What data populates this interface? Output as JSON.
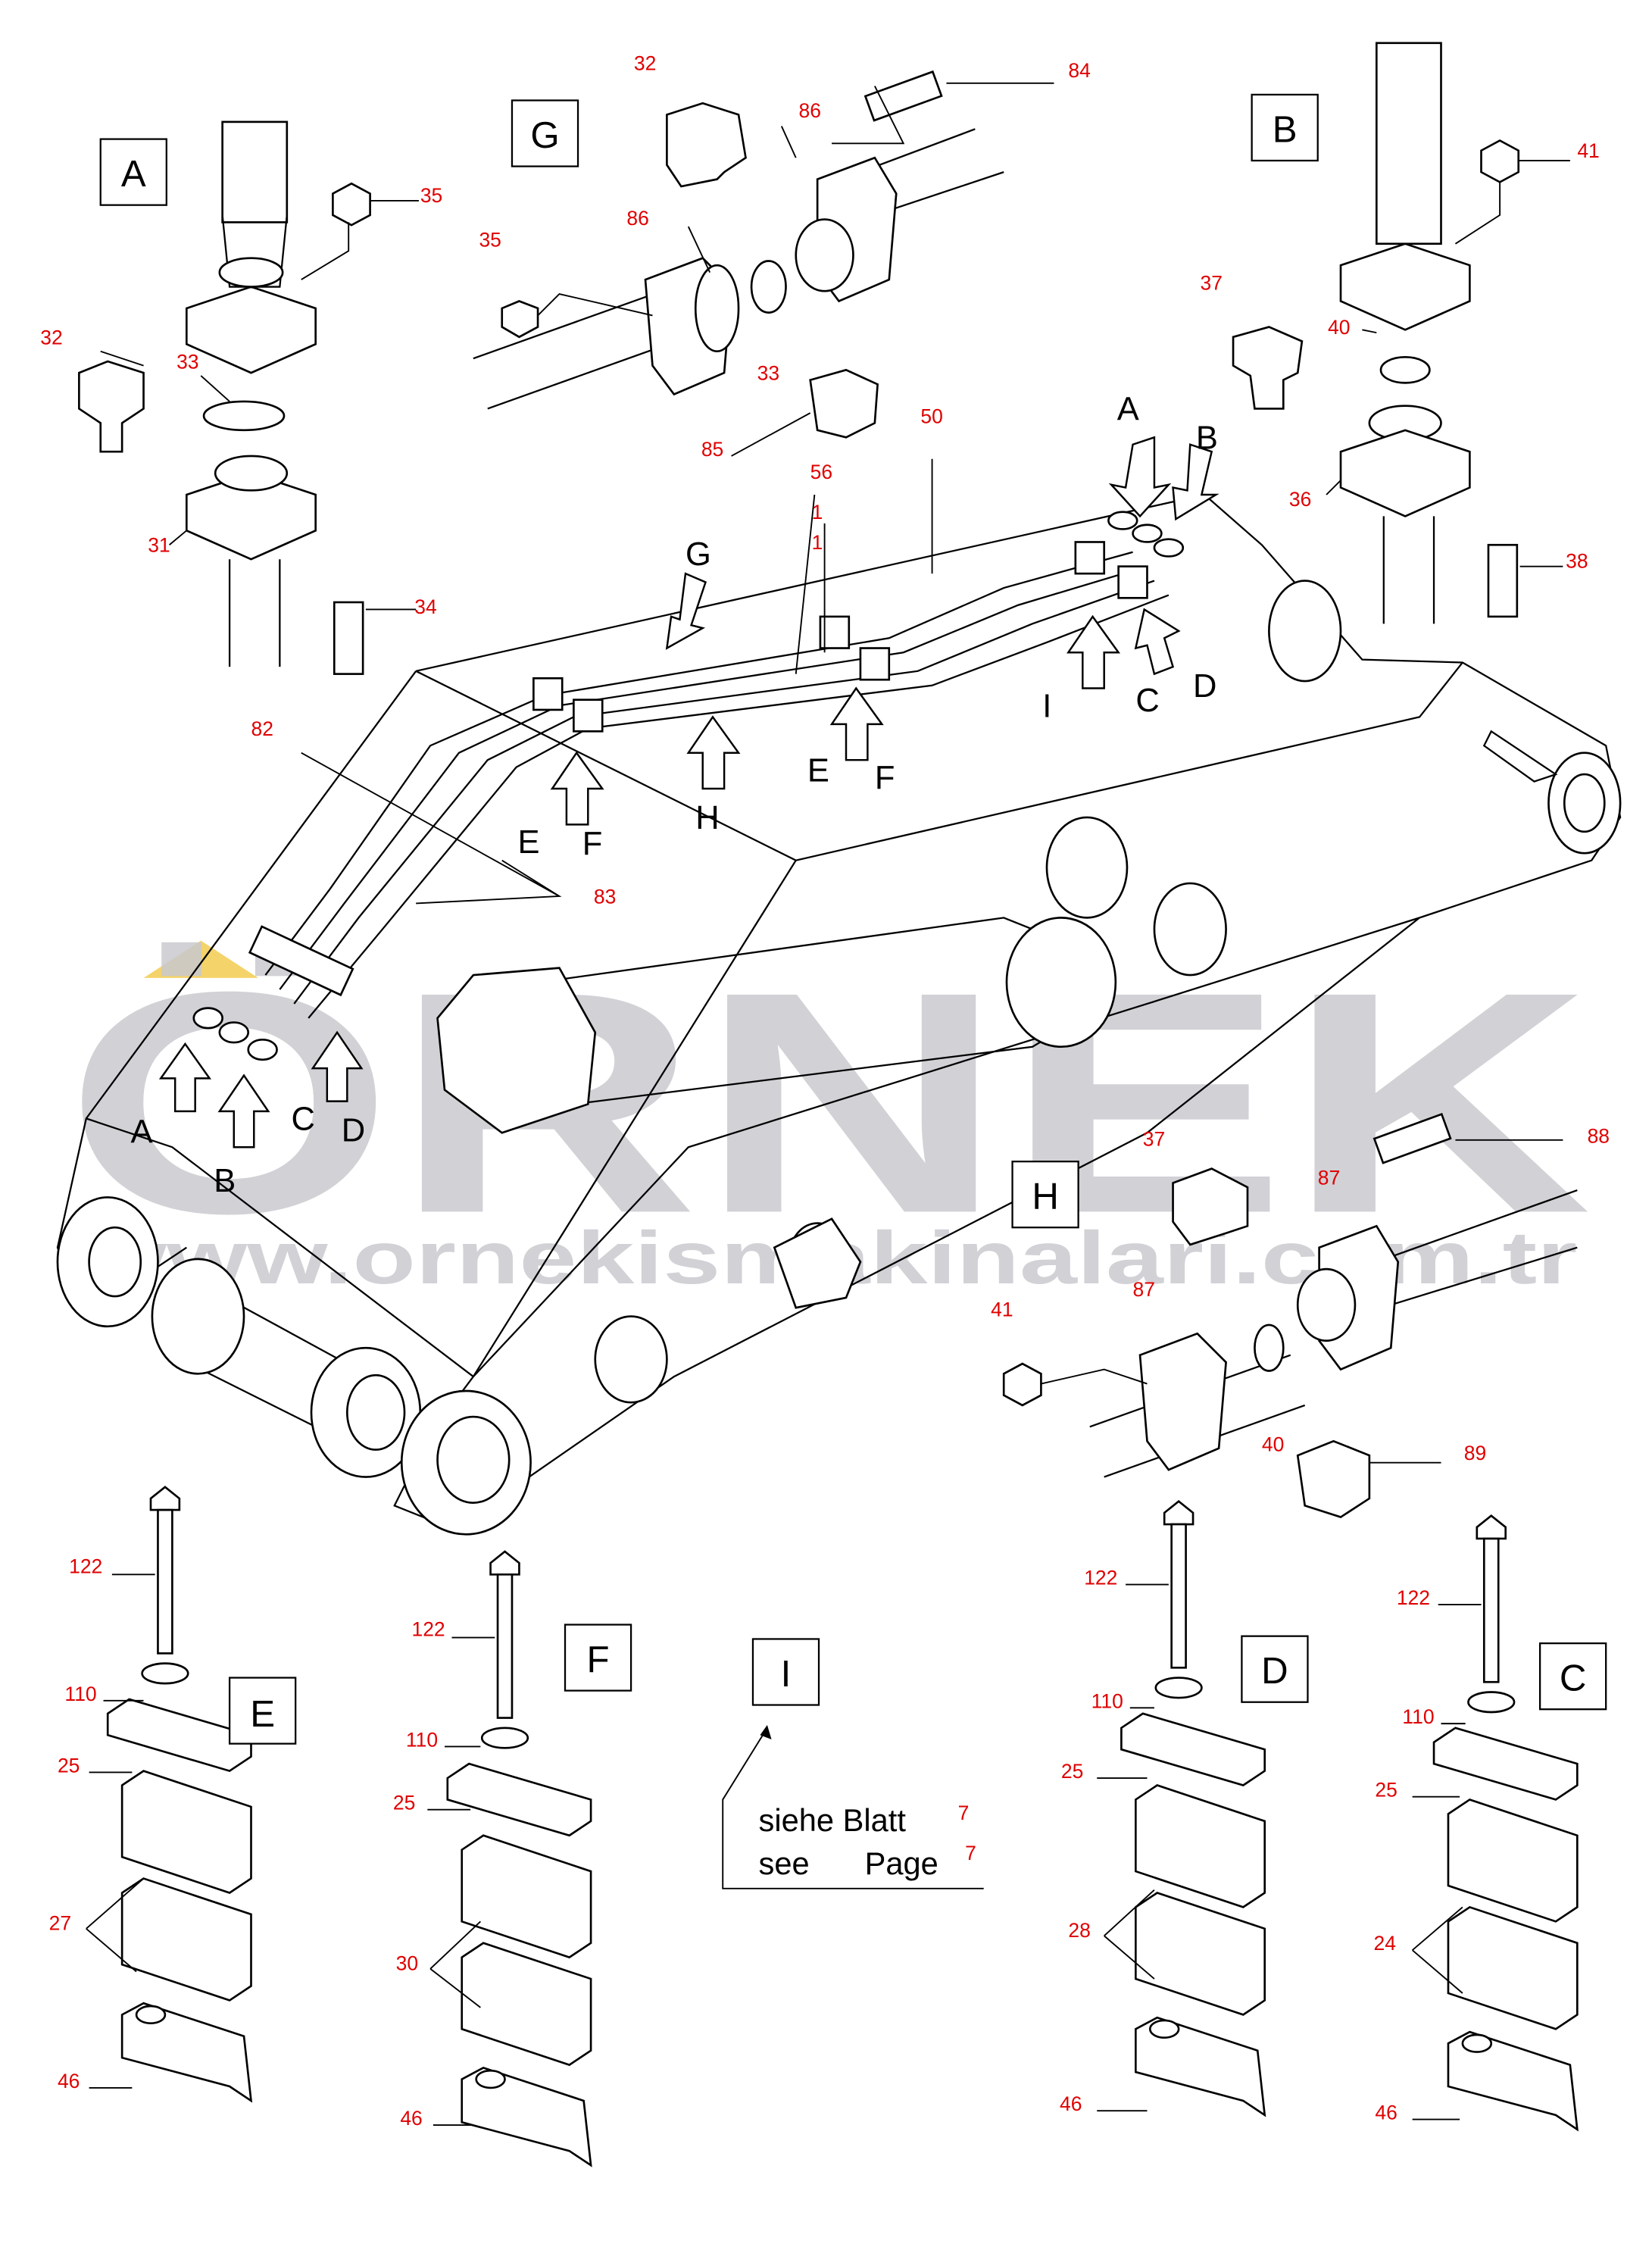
{
  "watermark": {
    "brand": "ÖRNEK",
    "url": "www.ornekismakinalari.com.tr"
  },
  "detail_boxes": {
    "A": "A",
    "G": "G",
    "B": "B",
    "H": "H",
    "E": "E",
    "F": "F",
    "I": "I",
    "D": "D",
    "C": "C"
  },
  "arrow_letters": {
    "top_A": "A",
    "top_B": "B",
    "top_G": "G",
    "top_I": "I",
    "top_C": "C",
    "top_D": "D",
    "mid_E": "E",
    "mid_F": "F",
    "mid_H": "H",
    "left_E": "E",
    "left_F": "F",
    "bot_A": "A",
    "bot_C": "C",
    "bot_D": "D",
    "bot_B": "B"
  },
  "detail_A": {
    "p35": "35",
    "p32": "32",
    "p33": "33",
    "p31": "31",
    "p34": "34"
  },
  "detail_G": {
    "p32": "32",
    "p84": "84",
    "p86a": "86",
    "p86b": "86",
    "p35": "35",
    "p33": "33",
    "p85": "85"
  },
  "main": {
    "p50": "50",
    "p56": "56",
    "p1a": "1",
    "p1b": "1",
    "p82": "82",
    "p83": "83"
  },
  "detail_B": {
    "p41": "41",
    "p37": "37",
    "p40": "40",
    "p36": "36",
    "p38": "38"
  },
  "detail_H": {
    "p88": "88",
    "p37": "37",
    "p87a": "87",
    "p87b": "87",
    "p41": "41",
    "p40": "40",
    "p89": "89"
  },
  "detail_E": {
    "p122": "122",
    "p110": "110",
    "p25": "25",
    "p27": "27",
    "p46": "46"
  },
  "detail_F": {
    "p122": "122",
    "p110": "110",
    "p25": "25",
    "p30": "30",
    "p46": "46"
  },
  "detail_D": {
    "p122": "122",
    "p110": "110",
    "p25": "25",
    "p28": "28",
    "p46": "46"
  },
  "detail_C": {
    "p122": "122",
    "p110": "110",
    "p25": "25",
    "p24": "24",
    "p46": "46"
  },
  "note_I": {
    "line1": "siehe Blatt",
    "line2": "see",
    "line2b": "Page",
    "ref1": "7",
    "ref2": "7"
  }
}
